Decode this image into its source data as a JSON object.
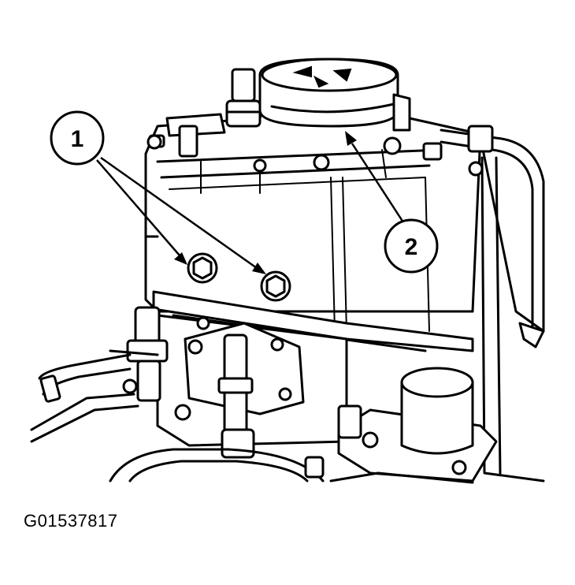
{
  "callouts": [
    {
      "label": "1"
    },
    {
      "label": "2"
    }
  ],
  "figure_id": "G01537817"
}
